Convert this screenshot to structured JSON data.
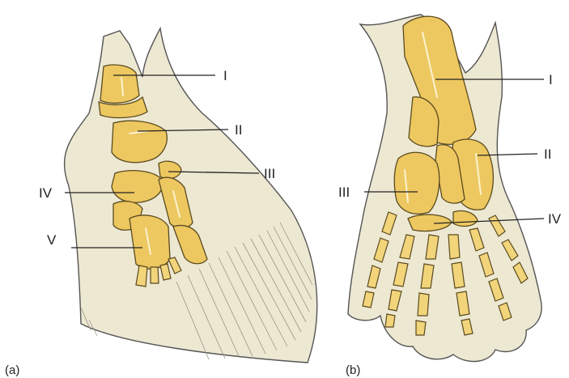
{
  "panels": [
    {
      "caption": "(a)",
      "labels": [
        "I",
        "II",
        "III",
        "IV",
        "V"
      ]
    },
    {
      "caption": "(b)",
      "labels": [
        "I",
        "II",
        "III",
        "IV"
      ]
    }
  ],
  "colors": {
    "bone": "#edc860",
    "skin": "#ede8d2",
    "outline": "#555555"
  }
}
